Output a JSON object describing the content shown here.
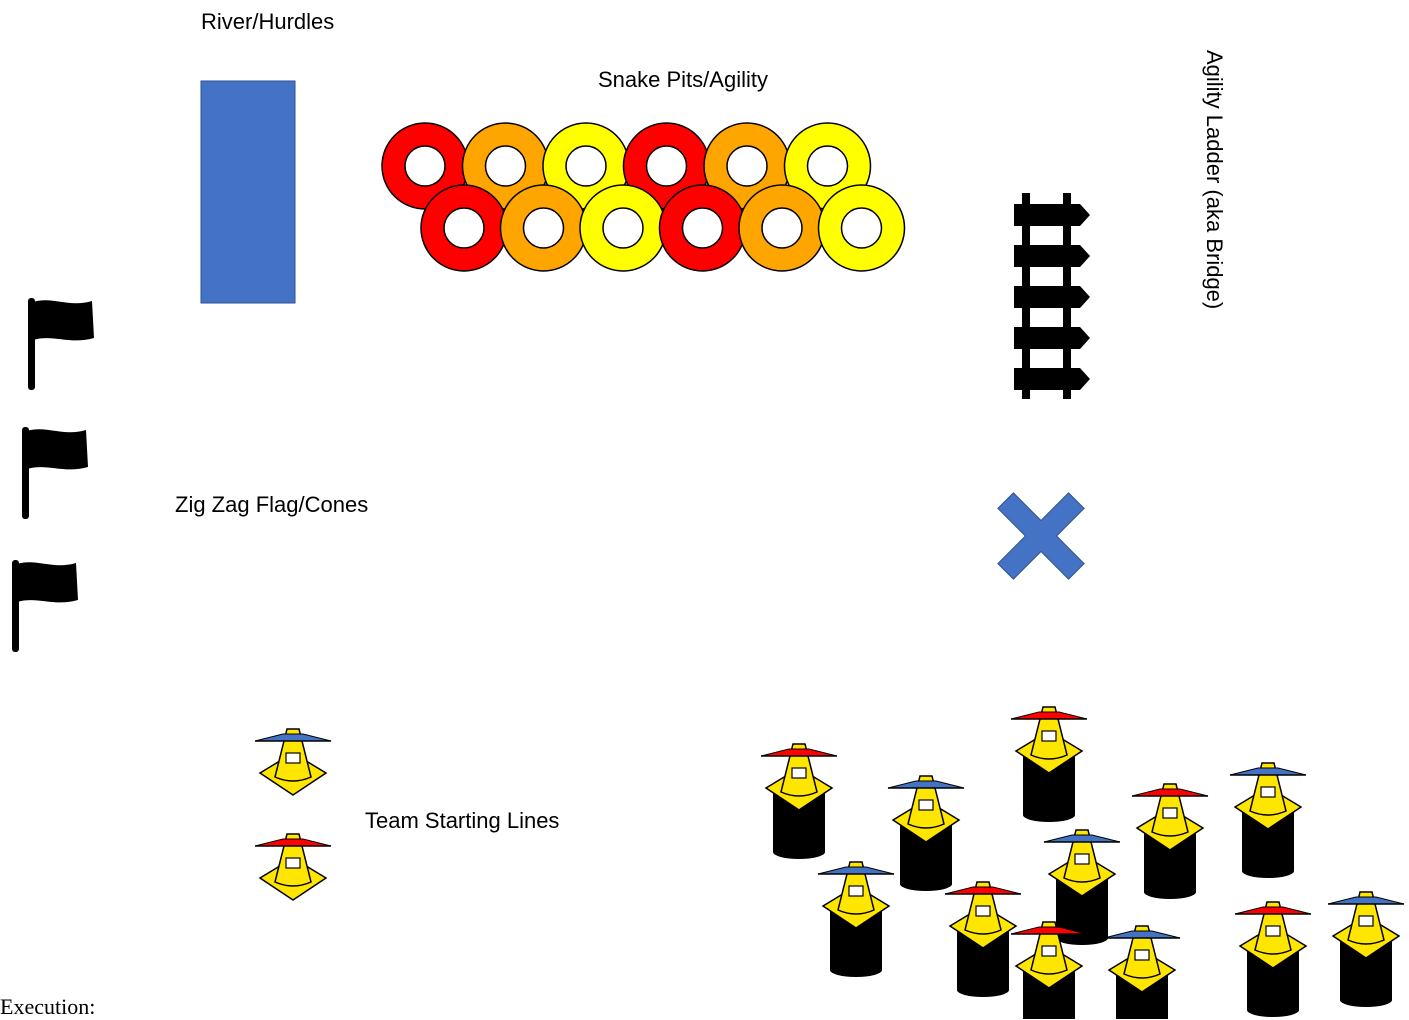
{
  "labels": {
    "river_hurdles": "River/Hurdles",
    "snake_pits": "Snake Pits/Agility",
    "agility_ladder": "Agility Ladder (aka Bridge)",
    "zig_zag": "Zig Zag Flag/Cones",
    "team_starting_lines": "Team Starting Lines",
    "execution": "Execution:"
  },
  "colors": {
    "river": "#4472C4",
    "ring_red": "#FF0000",
    "ring_orange": "#FFA500",
    "ring_yellow": "#FFFF00",
    "cross": "#4472C4",
    "cone": "#FFE600",
    "hat_blue": "#4472C4",
    "hat_red": "#FF0000",
    "flag": "#000000",
    "ladder": "#000000"
  },
  "rings": {
    "top_row": [
      "red",
      "orange",
      "yellow",
      "red",
      "orange",
      "yellow"
    ],
    "bottom_row": [
      "red",
      "orange",
      "yellow",
      "red",
      "orange",
      "yellow"
    ]
  },
  "flags": {
    "count": 3
  },
  "legend_cones": [
    {
      "hat": "blue"
    },
    {
      "hat": "red"
    }
  ],
  "team_cones": [
    {
      "hat": "red"
    },
    {
      "hat": "blue"
    },
    {
      "hat": "red"
    },
    {
      "hat": "red"
    },
    {
      "hat": "blue"
    },
    {
      "hat": "blue"
    },
    {
      "hat": "blue"
    },
    {
      "hat": "red"
    },
    {
      "hat": "red"
    },
    {
      "hat": "blue"
    },
    {
      "hat": "red"
    },
    {
      "hat": "blue"
    }
  ]
}
